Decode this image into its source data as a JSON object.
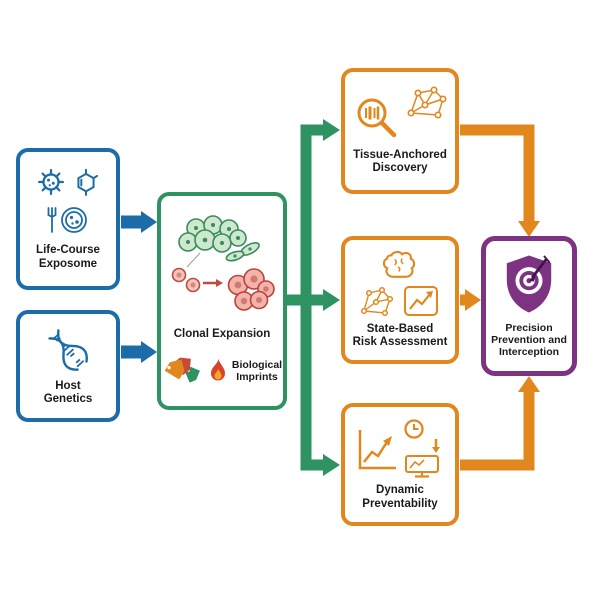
{
  "diagram": {
    "nodes": {
      "exposome": {
        "label": "Life-Course\nExposome"
      },
      "genetics": {
        "label": "Host\nGenetics"
      },
      "clonal": {
        "label": "Clonal Expansion",
        "imprints_label": "Biological\nImprints"
      },
      "tissue": {
        "label": "Tissue-Anchored\nDiscovery"
      },
      "state": {
        "label": "State-Based\nRisk Assessment"
      },
      "dynamic": {
        "label": "Dynamic\nPreventability"
      },
      "precision": {
        "label": "Precision\nPrevention and\nInterception"
      }
    },
    "colors": {
      "input_blue": "#1b6ca8",
      "expansion_green": "#2e9360",
      "pillar_orange": "#e2871e",
      "outcome_purple": "#7d3282",
      "flame_red": "#d8432f",
      "flame_yellow": "#f5a623",
      "text": "#1a1a1a",
      "background": "#ffffff"
    },
    "icons": {
      "exposome": [
        "microbe-icon",
        "molecule-icon",
        "fork-plate-icon"
      ],
      "genetics": [
        "dna-icon"
      ],
      "clonal": [
        "tissue-cells-icon",
        "clonal-cells-icon",
        "tags-icon",
        "flame-icon"
      ],
      "tissue": [
        "magnifier-barcode-icon",
        "network-icon"
      ],
      "state": [
        "brain-icon",
        "network-icon",
        "chart-icon"
      ],
      "dynamic": [
        "trend-chart-icon",
        "clock-icon",
        "down-arrow-icon",
        "monitor-chart-icon"
      ],
      "precision": [
        "shield-target-icon"
      ]
    }
  }
}
